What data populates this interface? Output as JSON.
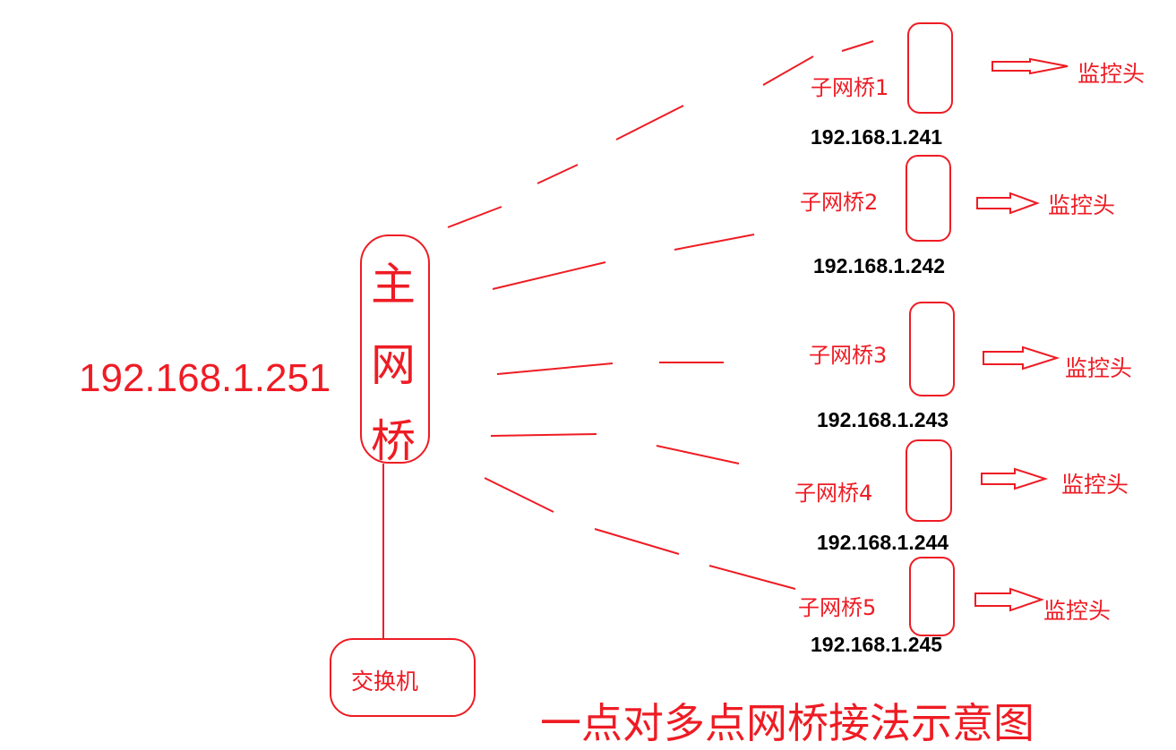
{
  "main_bridge": {
    "ip": "192.168.1.251",
    "chars": [
      "主",
      "网",
      "桥"
    ]
  },
  "switch": {
    "label": "交换机"
  },
  "sub_bridges": [
    {
      "label": "子网桥1",
      "ip": "192.168.1.241",
      "camera": "监控头"
    },
    {
      "label": "子网桥2",
      "ip": "192.168.1.242",
      "camera": "监控头"
    },
    {
      "label": "子网桥3",
      "ip": "192.168.1.243",
      "camera": "监控头"
    },
    {
      "label": "子网桥4",
      "ip": "192.168.1.244",
      "camera": "监控头"
    },
    {
      "label": "子网桥5",
      "ip": "192.168.1.245",
      "camera": "监控头"
    }
  ],
  "caption": "一点对多点网桥接法示意图",
  "colors": {
    "line": "#ee1c24",
    "ip_text": "#000000"
  }
}
